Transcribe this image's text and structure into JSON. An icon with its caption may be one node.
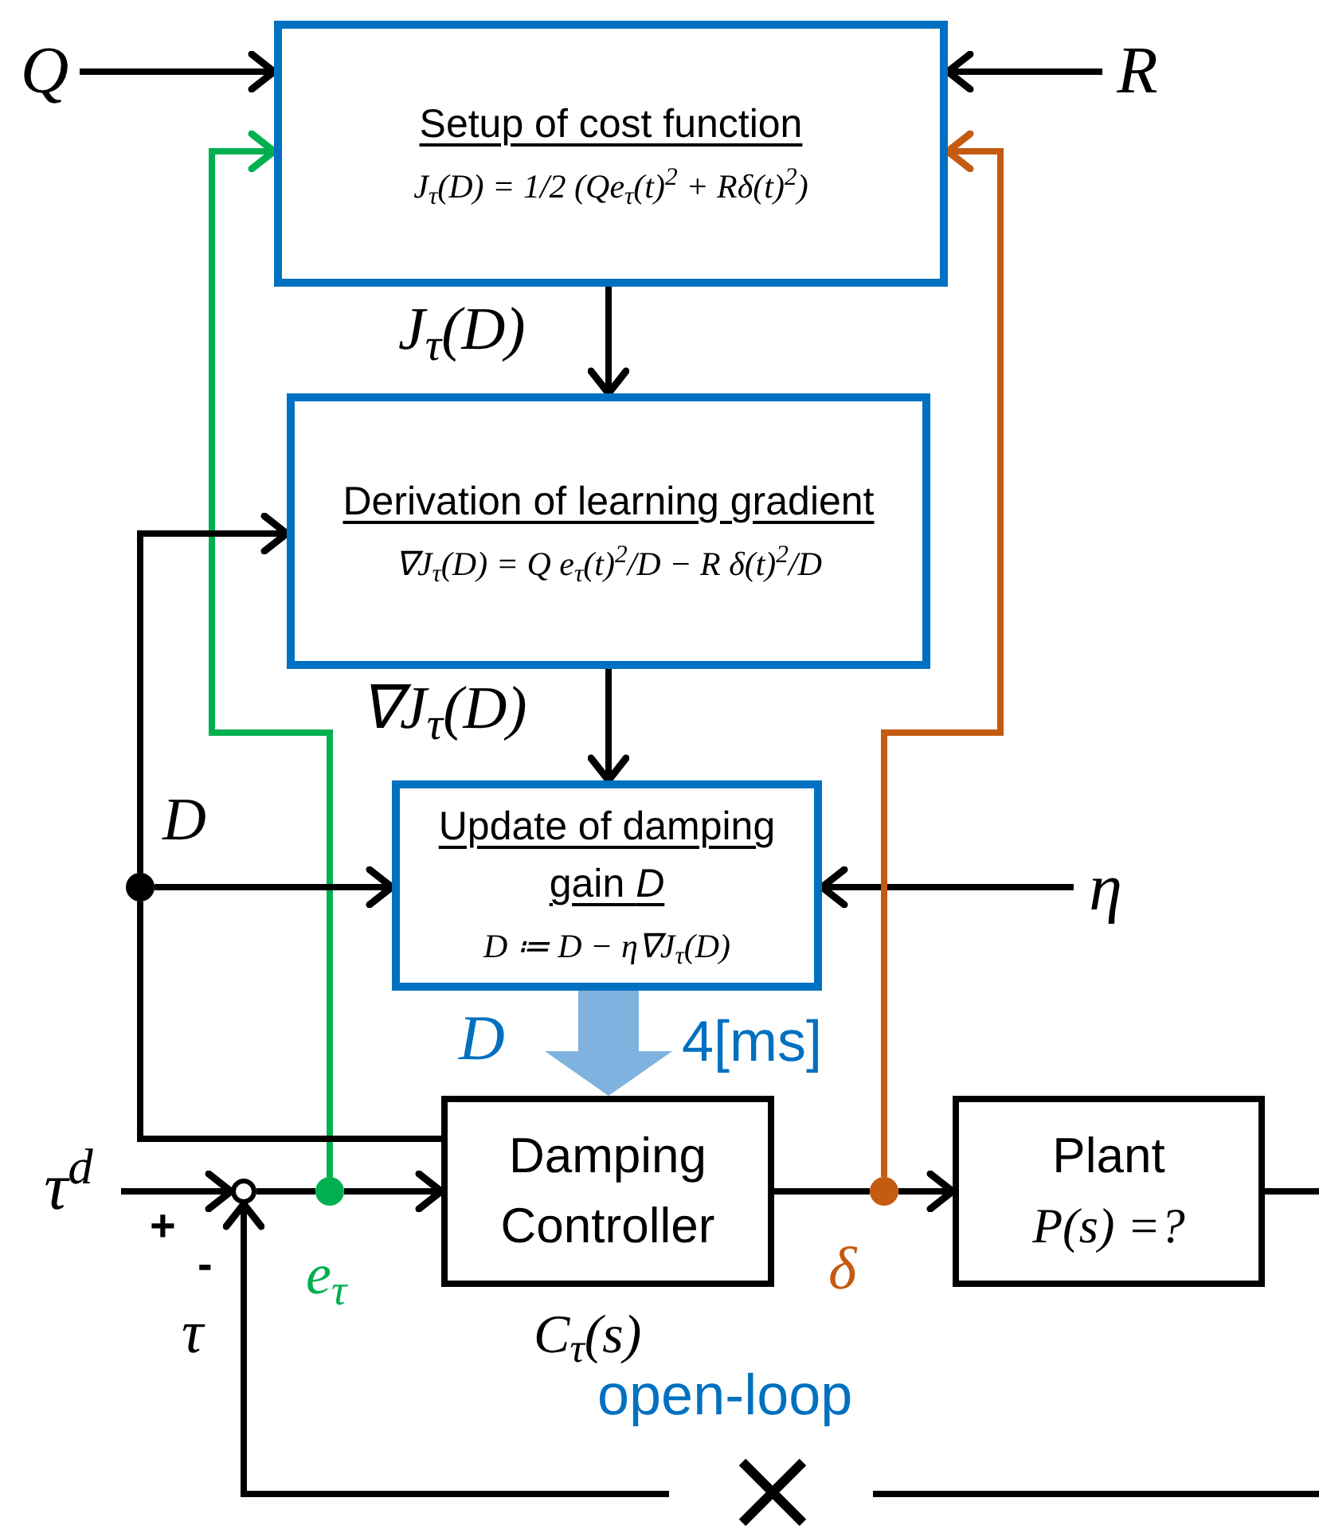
{
  "diagram": {
    "nodes": [
      {
        "text": [
          "Setup of cost function",
          "J$_{τ}$(D) = 1/2 (Qe$_{τ}$(t)$^{2}$ + Rδ(t)$^{2}$)"
        ]
      },
      {
        "text": [
          "Derivation of learning gradient",
          "∇J$_{τ}$(D) = Q e$_{τ}$(t)$^{2}$/D − R δ(t)$^{2}$/D"
        ]
      },
      {
        "text": [
          "Update of damping gain *D*",
          "D ≔ D − η∇J$_{τ}$(D)"
        ]
      },
      {
        "text": [
          "Damping Controller"
        ],
        "beside": [
          "C$_{τ}$(s)"
        ]
      },
      {
        "text": [
          "Plant",
          "P(s) =?"
        ]
      },
      {
        "text": [
          "Q"
        ]
      },
      {
        "text": [
          "R"
        ]
      },
      {
        "text": [
          "η"
        ]
      },
      {
        "text": [
          "τ$^{d}$"
        ]
      },
      {
        "text": [],
        "shape": "circle",
        "beside": [
          "+",
          "-"
        ]
      },
      {
        "text": [],
        "shape": "circle",
        "beside": [
          "e$_{τ}$"
        ]
      },
      {
        "text": [],
        "shape": "circle",
        "beside": [
          "δ"
        ]
      },
      {
        "text": [],
        "shape": "circle",
        "beside": [
          "D"
        ]
      }
    ],
    "edges": [
      {
        "from": 5,
        "to": 0,
        "arrow": "to"
      },
      {
        "from": 6,
        "to": 0,
        "arrow": "to"
      },
      {
        "from": 0,
        "to": 1,
        "arrow": "to",
        "label": "J$_{τ}$(D)"
      },
      {
        "from": 1,
        "to": 2,
        "arrow": "to",
        "label": "∇J$_{τ}$(D)"
      },
      {
        "from": 7,
        "to": 2,
        "arrow": "to"
      },
      {
        "from": 2,
        "to": 3,
        "arrow": "to",
        "label": "D",
        "style": "thick",
        "color": "#7fb2de"
      },
      {
        "from": 8,
        "to": 9,
        "arrow": "to"
      },
      {
        "from": 9,
        "to": 10,
        "arrow": "none"
      },
      {
        "from": 10,
        "to": 3,
        "arrow": "to"
      },
      {
        "from": 10,
        "to": 0,
        "arrow": "to",
        "color": "#00b050"
      },
      {
        "from": 3,
        "to": 11,
        "arrow": "none"
      },
      {
        "from": 11,
        "to": 4,
        "arrow": "to"
      },
      {
        "from": 11,
        "to": 0,
        "arrow": "to",
        "color": "#c55a11"
      },
      {
        "from": 3,
        "to": 12,
        "arrow": "none"
      },
      {
        "from": 12,
        "to": 2,
        "arrow": "to"
      },
      {
        "from": 12,
        "to": 1,
        "arrow": "to"
      },
      {
        "from": 4,
        "to": null,
        "arrow": "none"
      },
      {
        "from": null,
        "to": 9,
        "arrow": "to",
        "label": "τ"
      }
    ],
    "labels": [
      "4[ms]",
      "open-loop"
    ]
  }
}
